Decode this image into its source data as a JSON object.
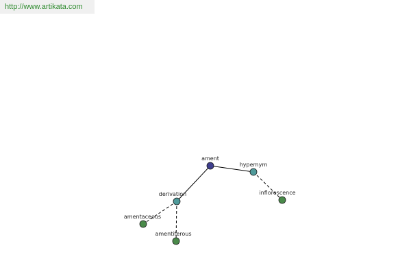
{
  "header": {
    "url": "http://www.artikata.com",
    "url_color": "#2e8b2e"
  },
  "colors": {
    "root_node": "#3e3e8e",
    "relation_node": "#4f9a9a",
    "leaf_node": "#4a8a4a",
    "edge": "#000000",
    "label": "#222222"
  },
  "graph": {
    "nodes": [
      {
        "id": "ament",
        "label": "ament",
        "kind": "root"
      },
      {
        "id": "hypernym",
        "label": "hypernym",
        "kind": "relation"
      },
      {
        "id": "derivation",
        "label": "derivation",
        "kind": "relation"
      },
      {
        "id": "inflorescence",
        "label": "inflorescence",
        "kind": "leaf"
      },
      {
        "id": "amentaceous",
        "label": "amentaceous",
        "kind": "leaf"
      },
      {
        "id": "amentiferous",
        "label": "amentiferous",
        "kind": "leaf"
      }
    ],
    "edges": [
      {
        "from": "ament",
        "to": "hypernym",
        "style": "solid"
      },
      {
        "from": "ament",
        "to": "derivation",
        "style": "solid"
      },
      {
        "from": "hypernym",
        "to": "inflorescence",
        "style": "dashed"
      },
      {
        "from": "derivation",
        "to": "amentaceous",
        "style": "dashed"
      },
      {
        "from": "derivation",
        "to": "amentiferous",
        "style": "dashed"
      }
    ]
  }
}
